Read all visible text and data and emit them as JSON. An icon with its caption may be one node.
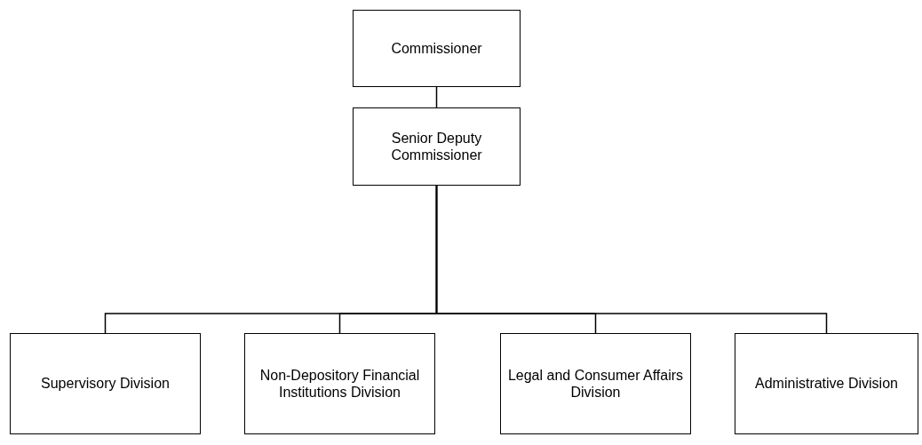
{
  "diagram": {
    "nodes": [
      {
        "text": [
          "Commissioner"
        ]
      },
      {
        "text": [
          "Senior Deputy Commissioner"
        ]
      },
      {
        "text": [
          "Supervisory Division"
        ]
      },
      {
        "text": [
          "Non-Depository Financial Institutions Division"
        ]
      },
      {
        "text": [
          "Legal and Consumer Affairs Division"
        ]
      },
      {
        "text": [
          "Administrative Division"
        ]
      }
    ],
    "edges": [
      {
        "from": 0,
        "to": 1,
        "arrow": "none"
      },
      {
        "from": 1,
        "to": 2,
        "arrow": "none"
      },
      {
        "from": 1,
        "to": 3,
        "arrow": "none"
      },
      {
        "from": 1,
        "to": 4,
        "arrow": "none"
      },
      {
        "from": 1,
        "to": 5,
        "arrow": "none"
      }
    ]
  }
}
